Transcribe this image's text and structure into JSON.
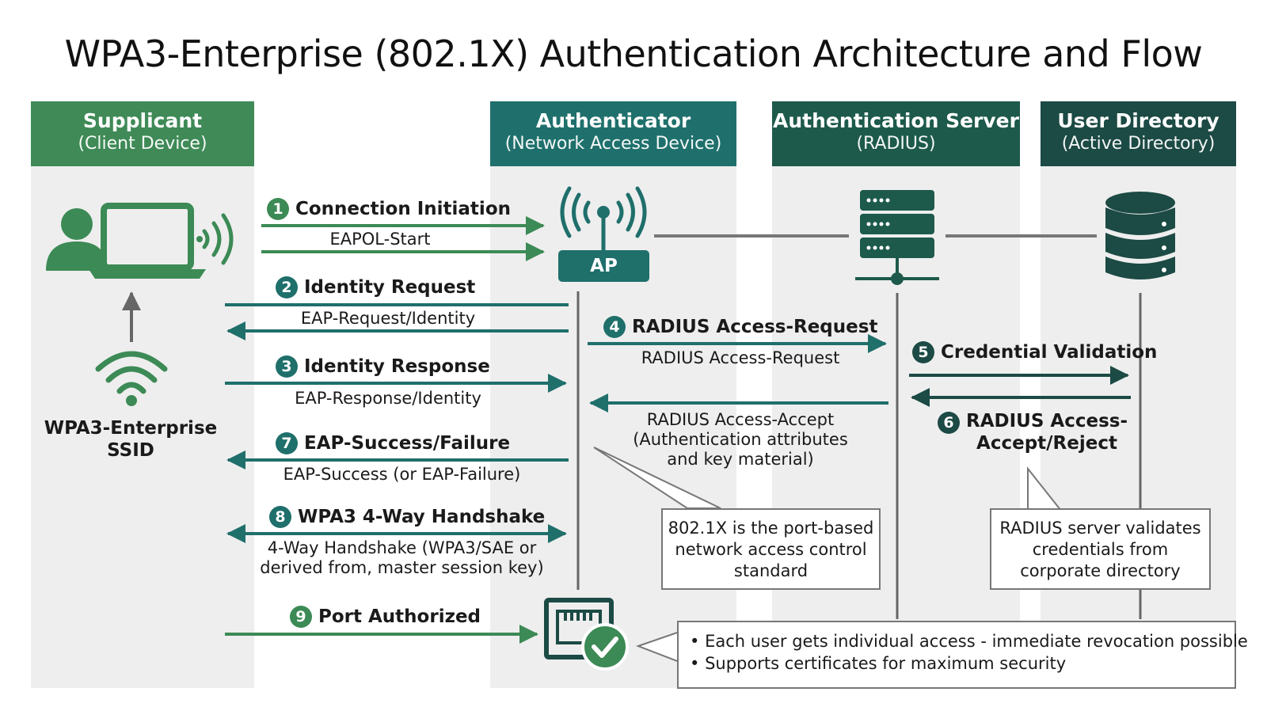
{
  "title": "WPA3-Enterprise (802.1X) Authentication Architecture and Flow",
  "lanes": [
    {
      "name": "Supplicant",
      "sub": "(Client Device)",
      "color": "#3f8a57"
    },
    {
      "name": "Authenticator",
      "sub": "(Network Access Device)",
      "color": "#1f706c"
    },
    {
      "name": "Authentication Server",
      "sub": "(RADIUS)",
      "color": "#1d5a4b"
    },
    {
      "name": "User Directory",
      "sub": "(Active Directory)",
      "color": "#1c4a44"
    }
  ],
  "devices": {
    "ap_label": "AP",
    "ssid_label_1": "WPA3-Enterprise",
    "ssid_label_2": "SSID"
  },
  "steps": [
    {
      "num": "1",
      "label": "Connection Initiation",
      "message": "EAPOL-Start"
    },
    {
      "num": "2",
      "label": "Identity Request",
      "message": "EAP-Request/Identity"
    },
    {
      "num": "3",
      "label": "Identity Response",
      "message": "EAP-Response/Identity"
    },
    {
      "num": "4",
      "label": "RADIUS Access-Request",
      "message": "RADIUS Access-Request"
    },
    {
      "num": "5",
      "label": "Credential Validation"
    },
    {
      "num": "6",
      "label_line1": "RADIUS Access-",
      "label_line2": "Accept/Reject"
    },
    {
      "num": "7",
      "label": "EAP-Success/Failure",
      "message": "EAP-Success (or EAP-Failure)"
    },
    {
      "num": "8",
      "label": "WPA3 4-Way Handshake",
      "message_line1": "4-Way Handshake (WPA3/SAE or",
      "message_line2": "derived from, master session key)"
    },
    {
      "num": "9",
      "label": "Port Authorized"
    }
  ],
  "radius_accept": {
    "line1": "RADIUS Access-Accept",
    "line2": "(Authentication attributes",
    "line3": "and key material)"
  },
  "callouts": {
    "dot1x": {
      "line1": "802.1X is the port-based",
      "line2": "network access control",
      "line3": "standard"
    },
    "radius": {
      "line1": "RADIUS server validates",
      "line2": "credentials from",
      "line3": "corporate directory"
    }
  },
  "notes": [
    "Each user gets individual access - immediate revocation possible",
    "Supports certificates for maximum security"
  ],
  "colors": {
    "green": "#3c8a55",
    "teal": "#1f6f6b",
    "dark_teal": "#1c4a44",
    "lane_bg": "#eeeeee"
  }
}
